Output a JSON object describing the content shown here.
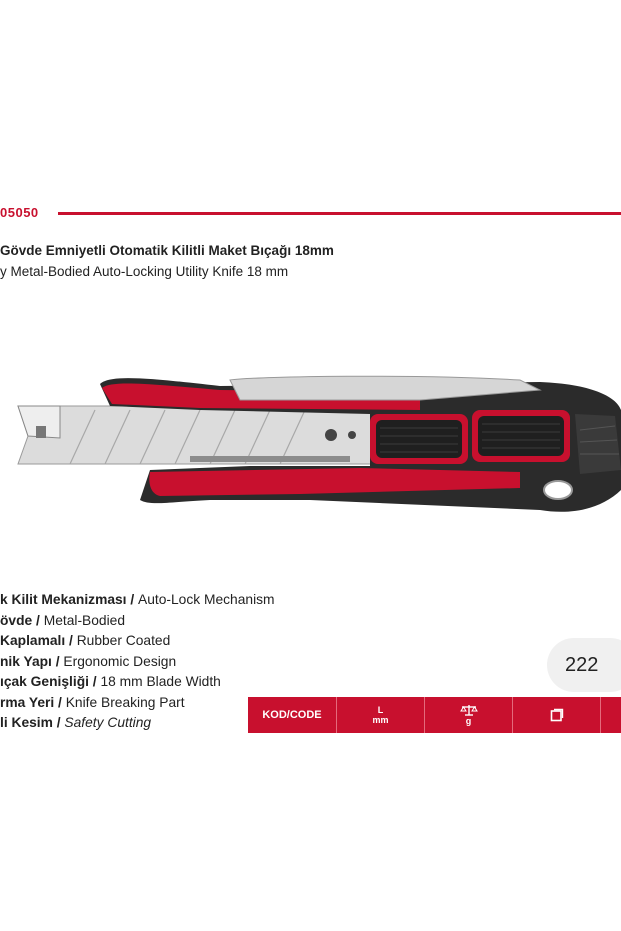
{
  "product": {
    "code": "05050",
    "title_tr": " Gövde Emniyetli Otomatik Kilitli Maket Bıçağı 18mm",
    "title_en": "y Metal-Bodied Auto-Locking Utility Knife 18 mm"
  },
  "features": [
    {
      "tr": "k Kilit Mekanizması",
      "en": "Auto-Lock Mechanism",
      "italic": false
    },
    {
      "tr": "övde",
      "en": "Metal-Bodied",
      "italic": false
    },
    {
      "tr": " Kaplamalı",
      "en": "Rubber Coated",
      "italic": false
    },
    {
      "tr": "nik Yapı",
      "en": "Ergonomic Design",
      "italic": false
    },
    {
      "tr": "ıçak Genişliği",
      "en": "18 mm Blade Width",
      "italic": false
    },
    {
      "tr": "rma Yeri",
      "en": "Knife Breaking Part",
      "italic": false
    },
    {
      "tr": "li Kesim",
      "en": "Safety Cutting",
      "italic": true
    }
  ],
  "page_number": "222",
  "table": {
    "headers": {
      "code": "KOD/CODE",
      "length_top": "L",
      "length_unit": "mm",
      "weight_unit": "g"
    },
    "icons": [
      "scale-icon",
      "box-icon"
    ]
  },
  "colors": {
    "brand_red": "#c8102e",
    "rubber_black": "#2b2b2b",
    "steel": "#c9c9c9"
  }
}
